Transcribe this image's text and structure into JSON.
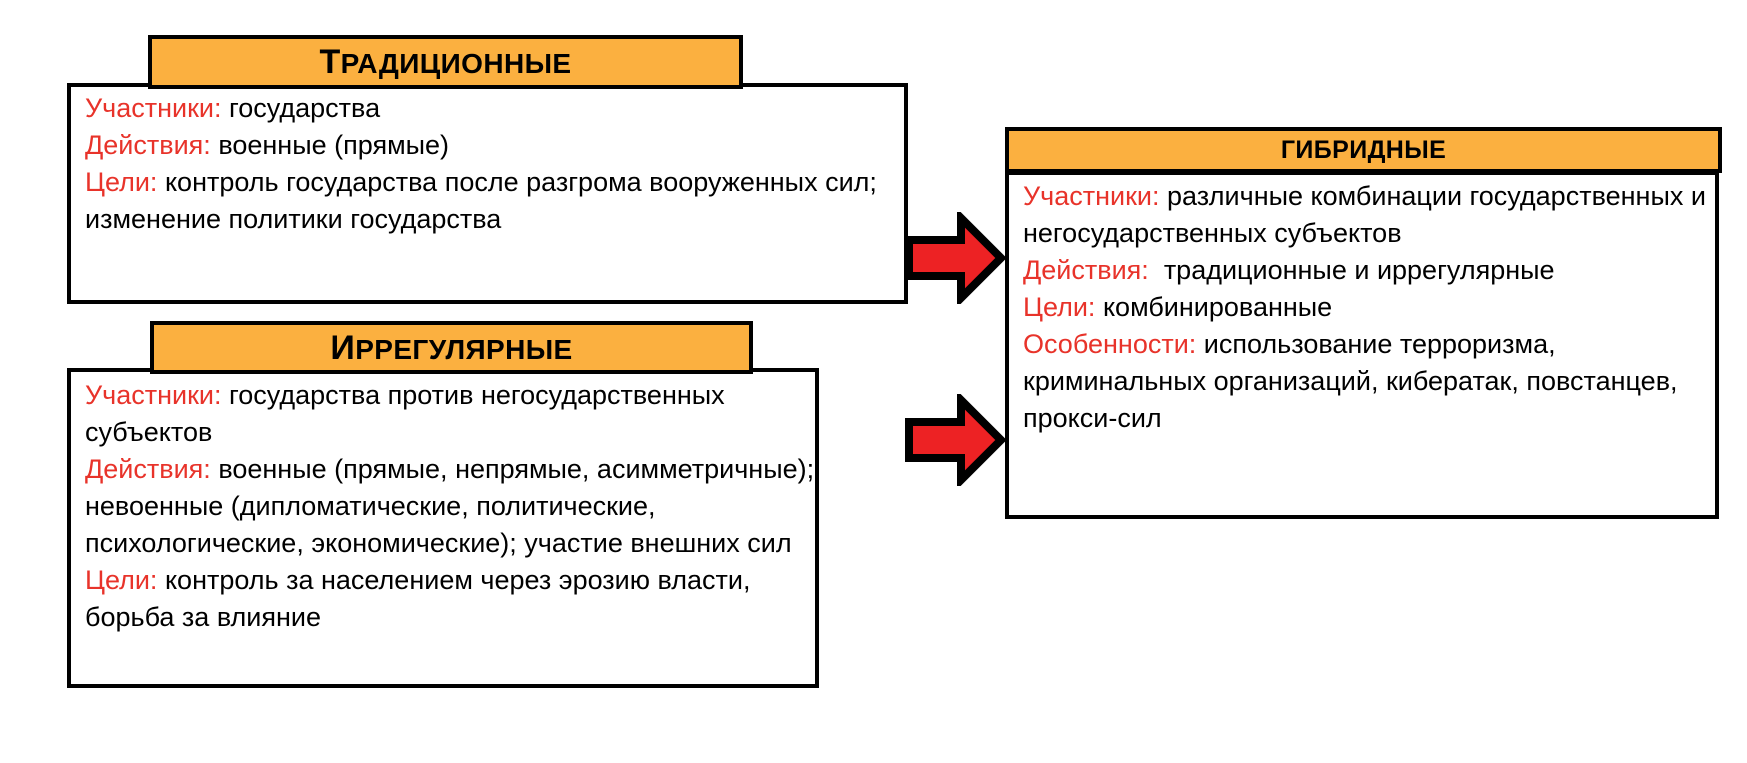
{
  "diagram": {
    "title_hidden": "",
    "palette": {
      "header_fill": "#fbb040",
      "border": "#000000",
      "label_red": "#e8332a",
      "arrow_fill": "#ed2224",
      "body_fill": "#ffffff",
      "text": "#000000"
    }
  },
  "cards": {
    "traditional": {
      "header": {
        "first_letter": "Т",
        "rest": "РАДИЦИОННЫЕ",
        "full": "ТРАДИЦИОННЫЕ"
      },
      "rows": [
        {
          "label": "Участники:",
          "value": " государства"
        },
        {
          "label": "Действия:",
          "value": " военные (прямые)"
        },
        {
          "label": "Цели:",
          "value": " контроль государства после разгрома вооруженных сил; изменение политики государства"
        }
      ]
    },
    "irregular": {
      "header": {
        "first_letter": "И",
        "rest": "РРЕГУЛЯРНЫЕ",
        "full": "ИРРЕГУЛЯРНЫЕ"
      },
      "rows": [
        {
          "label": "Участники:",
          "value": " государства против негосударственных субъектов"
        },
        {
          "label": "Действия:",
          "value": " военные (прямые, непрямые, асимметричные); невоенные (дипломатические, политические, психологические, экономические); участие внешних сил"
        },
        {
          "label": "Цели:",
          "value": " контроль за населением через эрозию власти, борьба за влияние"
        }
      ]
    },
    "hybrid": {
      "header": {
        "first_letter": "Г",
        "rest": "ИБРИДНЫЕ",
        "full": "ГИБРИДНЫЕ"
      },
      "rows": [
        {
          "label": "Участники:",
          "value": " различные комбинации государственных и негосударственных субъектов"
        },
        {
          "label": "Действия:",
          "value": "  традиционные и иррегулярные"
        },
        {
          "label": "Цели:",
          "value": " комбинированные"
        },
        {
          "label": "Особенности:",
          "value": " использование терроризма, криминальных организаций, кибератак, повстанцев, прокси-сил"
        }
      ]
    }
  },
  "arrows": [
    {
      "name": "arrow-traditional-to-hybrid",
      "direction": "right",
      "color": "#ed2224"
    },
    {
      "name": "arrow-irregular-to-hybrid",
      "direction": "right",
      "color": "#ed2224"
    }
  ]
}
